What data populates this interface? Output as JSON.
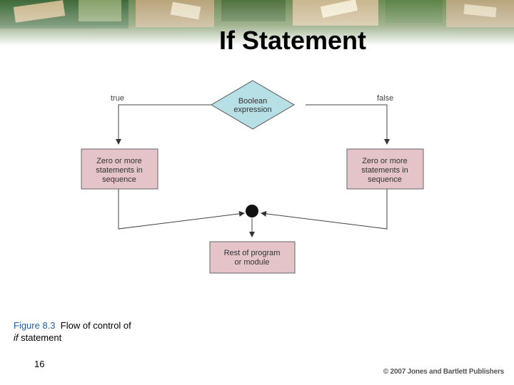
{
  "slide": {
    "title": "If Statement",
    "page_number": "16",
    "copyright": "© 2007 Jones and Bartlett Publishers"
  },
  "diagram": {
    "decision": [
      "Boolean",
      "expression"
    ],
    "true_label": "true",
    "false_label": "false",
    "left_box": [
      "Zero or more",
      "statements in",
      "sequence"
    ],
    "right_box": [
      "Zero or more",
      "statements in",
      "sequence"
    ],
    "bottom_box": [
      "Rest of program",
      "or module"
    ]
  },
  "caption": {
    "figure_number": "Figure 8.3",
    "text_part1": "Flow of control of",
    "text_italic": "if",
    "text_part2": " statement"
  }
}
